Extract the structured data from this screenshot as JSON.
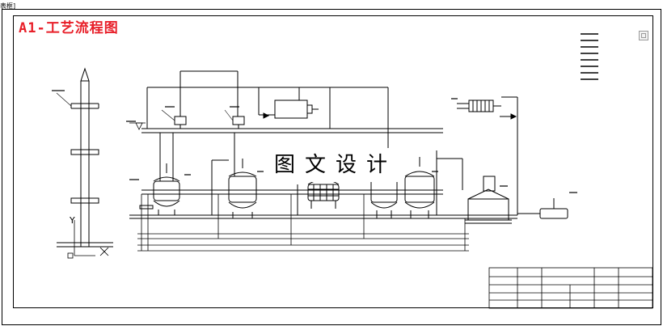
{
  "window": {
    "tab_label": "表框]"
  },
  "drawing": {
    "title": "A1-工艺流程图",
    "watermark": "图文设计",
    "axis_y": "Y",
    "axis_x": "X"
  },
  "icons": {
    "side_toolbar": "layers-icon"
  },
  "colors": {
    "title": "#e8202a",
    "lines": "#000000"
  }
}
